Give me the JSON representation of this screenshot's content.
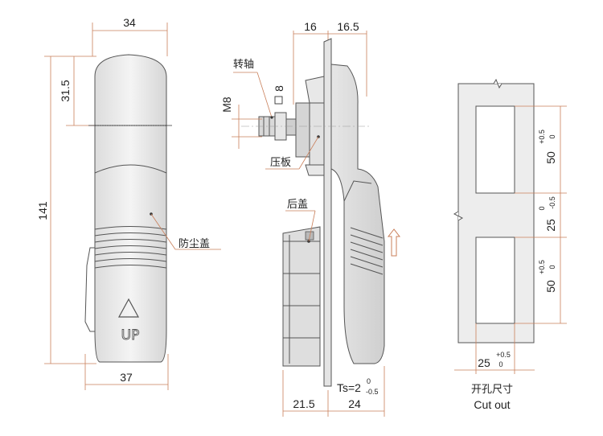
{
  "front_view": {
    "dim_width_top": "34",
    "dim_width_bottom": "37",
    "dim_height_total": "141",
    "dim_height_top": "31.5",
    "up_text": "UP",
    "label_dust_cover": "防尘盖"
  },
  "side_view": {
    "dim_top_left": "16",
    "dim_top_right": "16.5",
    "dim_bottom_left": "21.5",
    "dim_bottom_right": "24",
    "label_shaft": "转轴",
    "label_m8": "M8",
    "label_square8": "8",
    "label_plate": "压板",
    "label_back_cover": "后盖",
    "ts_text": "Ts=2",
    "ts_tol_upper": "0",
    "ts_tol_lower": "-0.5"
  },
  "cutout_view": {
    "dim_hole1": "50",
    "dim_hole1_tol_upper": "+0.5",
    "dim_hole1_tol_lower": "0",
    "dim_gap": "25",
    "dim_gap_tol_upper": "0",
    "dim_gap_tol_lower": "-0.5",
    "dim_hole2": "50",
    "dim_hole2_tol_upper": "+0.5",
    "dim_hole2_tol_lower": "0",
    "dim_width": "25",
    "dim_width_tol_upper": "+0.5",
    "dim_width_tol_lower": "0",
    "title_cn": "开孔尺寸",
    "title_en": "Cut out"
  },
  "colors": {
    "dimension_line": "#c97f5a",
    "outline": "#555555",
    "body_fill": "#e9e9e9",
    "panel_fill": "#ededed"
  }
}
